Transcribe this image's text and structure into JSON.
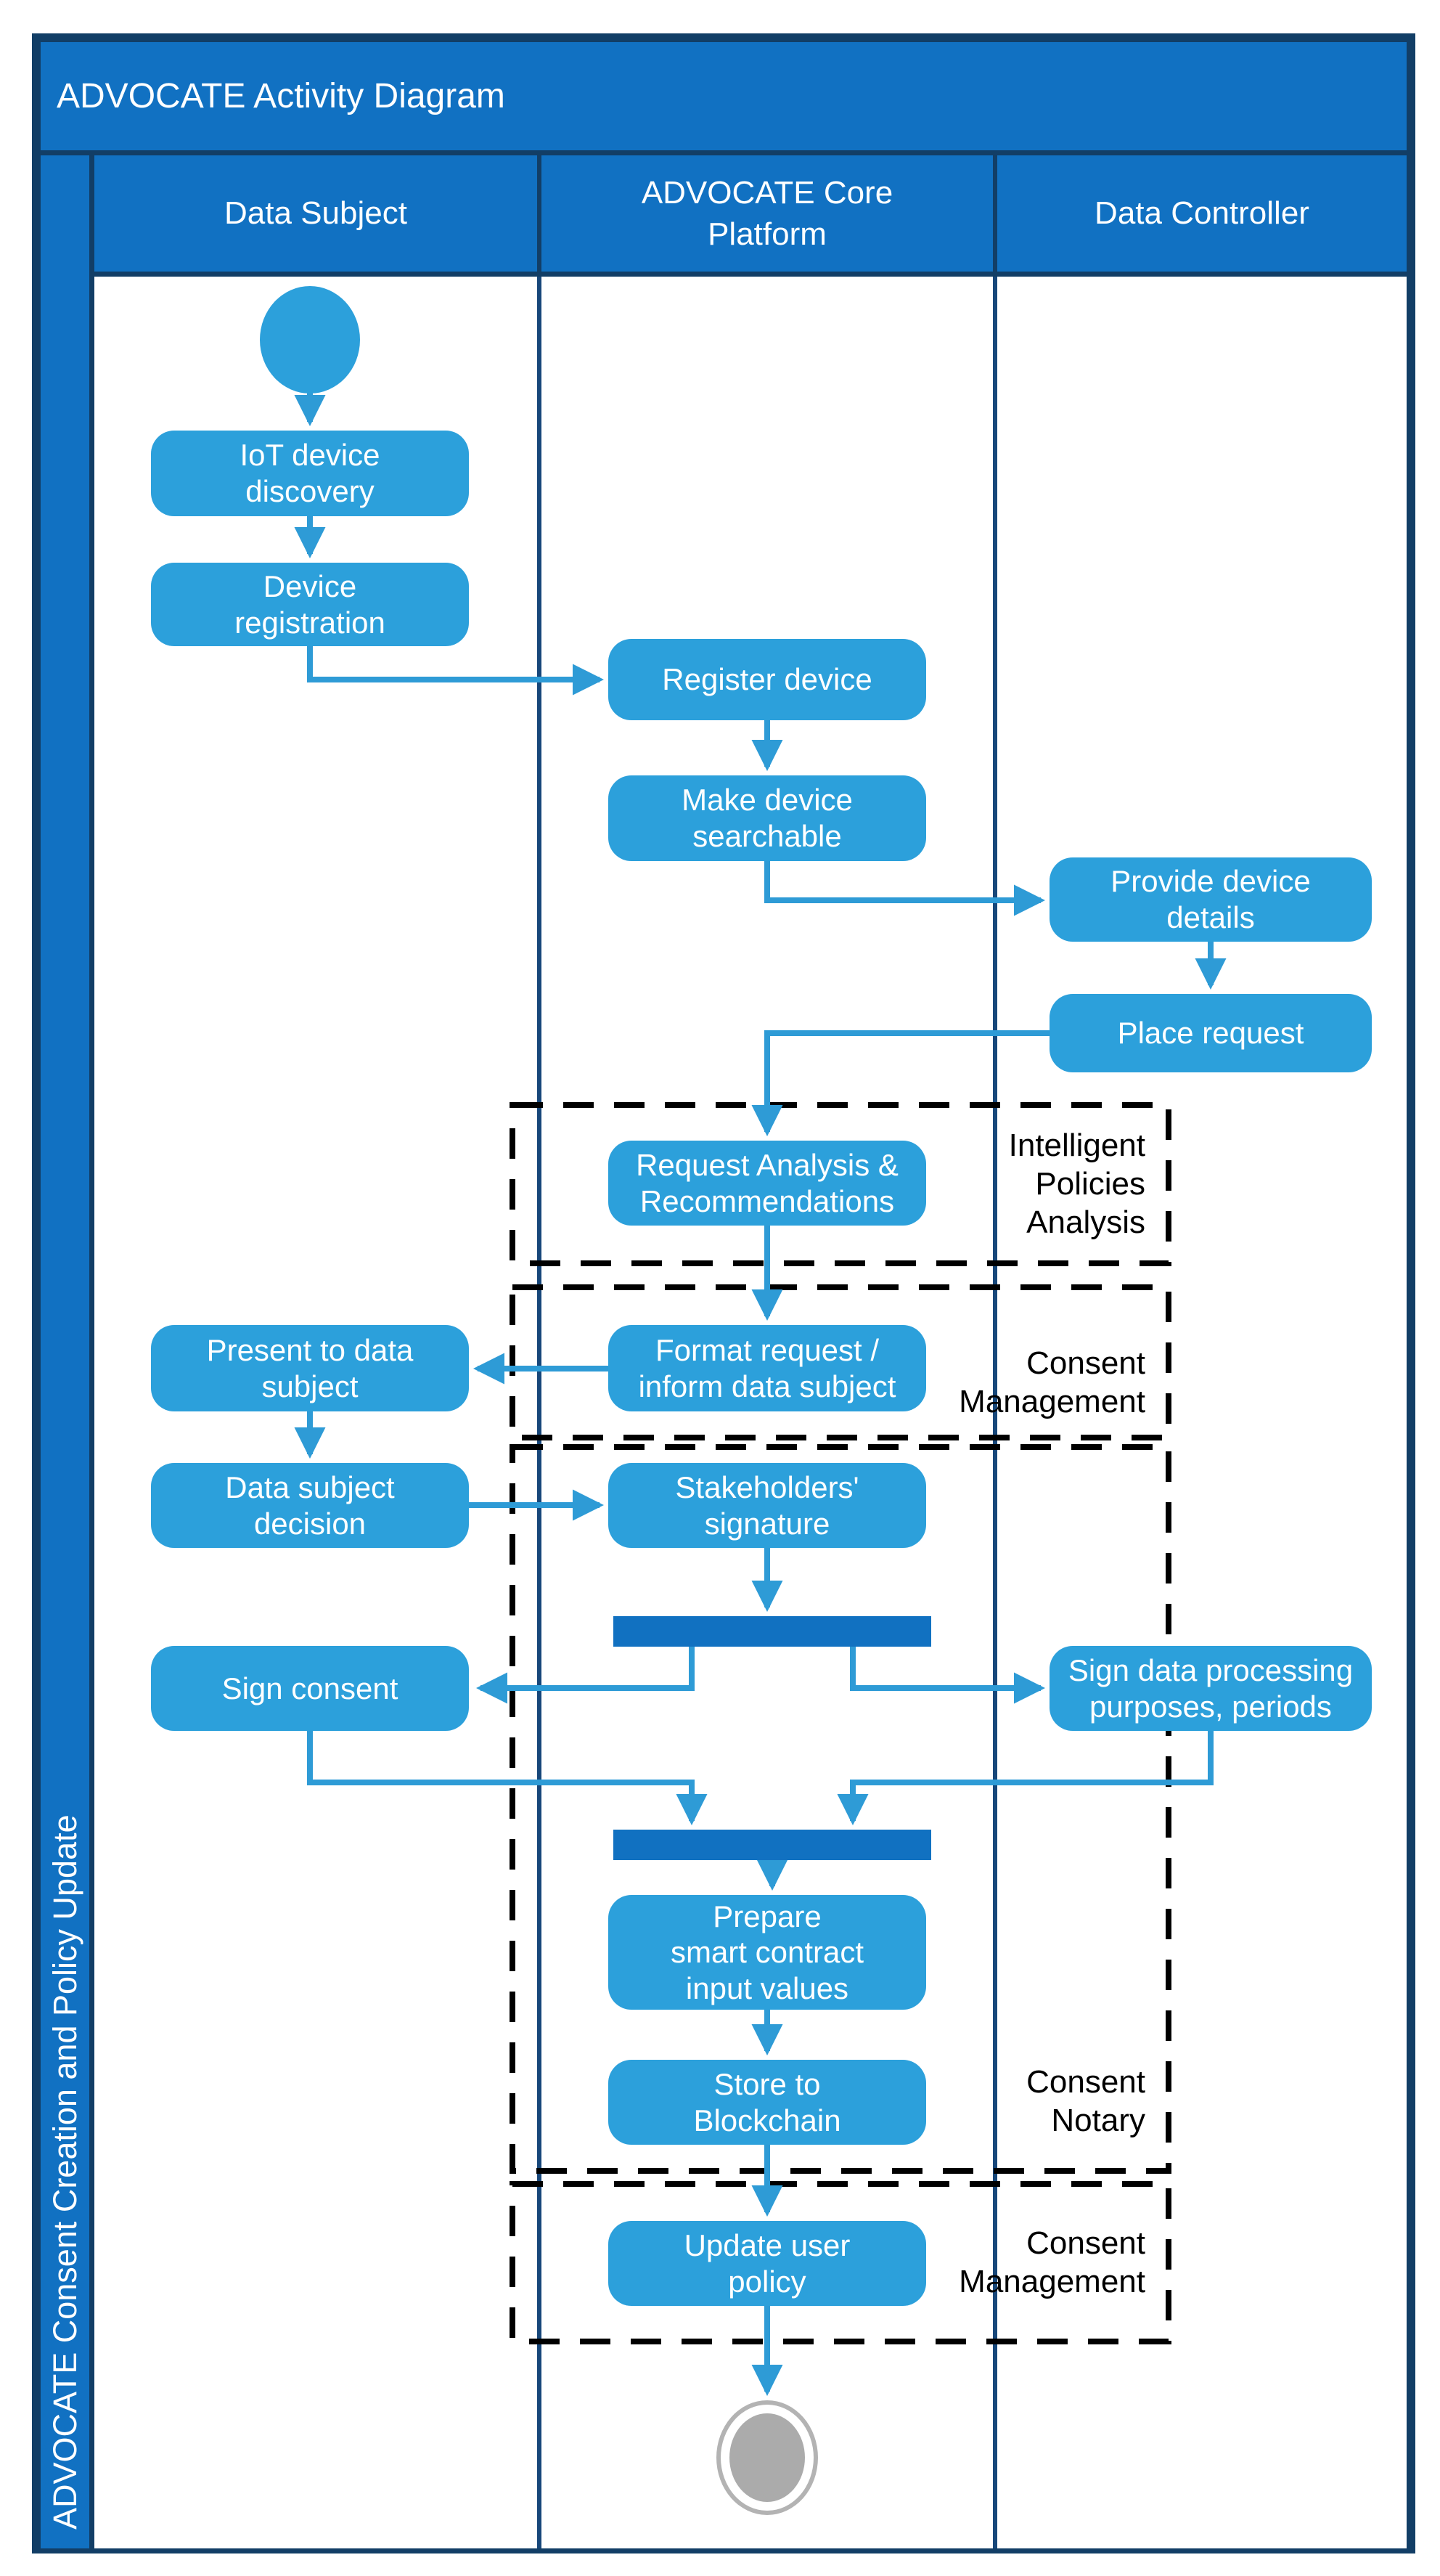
{
  "title": "ADVOCATE Activity Diagram",
  "side_label": "ADVOCATE Consent Creation and Policy Update",
  "lanes": [
    {
      "label": "Data Subject"
    },
    {
      "label": "ADVOCATE Core\nPlatform"
    },
    {
      "label": "Data Controller"
    }
  ],
  "nodes": {
    "iot_discovery": {
      "lane": "Data Subject",
      "label": "IoT device\ndiscovery"
    },
    "device_registration": {
      "lane": "Data Subject",
      "label": "Device\nregistration"
    },
    "register_device": {
      "lane": "ADVOCATE Core Platform",
      "label": "Register device"
    },
    "make_device_searchable": {
      "lane": "ADVOCATE Core Platform",
      "label": "Make device\nsearchable"
    },
    "provide_device_details": {
      "lane": "Data Controller",
      "label": "Provide device\ndetails"
    },
    "place_request": {
      "lane": "Data Controller",
      "label": "Place request"
    },
    "request_analysis": {
      "lane": "ADVOCATE Core Platform",
      "label": "Request Analysis &\nRecommendations"
    },
    "format_request": {
      "lane": "ADVOCATE Core Platform",
      "label": "Format request /\ninform data subject"
    },
    "present_to_data_subject": {
      "lane": "Data Subject",
      "label": "Present to data\nsubject"
    },
    "data_subject_decision": {
      "lane": "Data Subject",
      "label": "Data subject\ndecision"
    },
    "stakeholders_signature": {
      "lane": "ADVOCATE Core Platform",
      "label": "Stakeholders'\nsignature"
    },
    "sign_consent": {
      "lane": "Data Subject",
      "label": "Sign consent"
    },
    "sign_data_processing": {
      "lane": "Data Controller",
      "label": "Sign data processing\npurposes, periods"
    },
    "prepare_smart_contract": {
      "lane": "ADVOCATE Core Platform",
      "label": "Prepare\nsmart contract\ninput values"
    },
    "store_to_blockchain": {
      "lane": "ADVOCATE Core Platform",
      "label": "Store to\nBlockchain"
    },
    "update_user_policy": {
      "lane": "ADVOCATE Core Platform",
      "label": "Update user\npolicy"
    }
  },
  "regions": {
    "intelligent_policies_analysis": {
      "label": "Intelligent\nPolicies\nAnalysis"
    },
    "consent_management_upper": {
      "label": "Consent\nManagement"
    },
    "consent_notary": {
      "label": "Consent\nNotary"
    },
    "consent_management_lower": {
      "label": "Consent\nManagement"
    }
  },
  "colors": {
    "accent_blue": "#1171C2",
    "node_blue": "#2CA0DB",
    "connector_blue": "#2E9BD6",
    "bar_blue": "#1171C1",
    "border_navy": "#123E66",
    "lane_line_navy": "#17477A",
    "region_border_black": "#000000",
    "final_node_gray": "#ABABAB"
  }
}
